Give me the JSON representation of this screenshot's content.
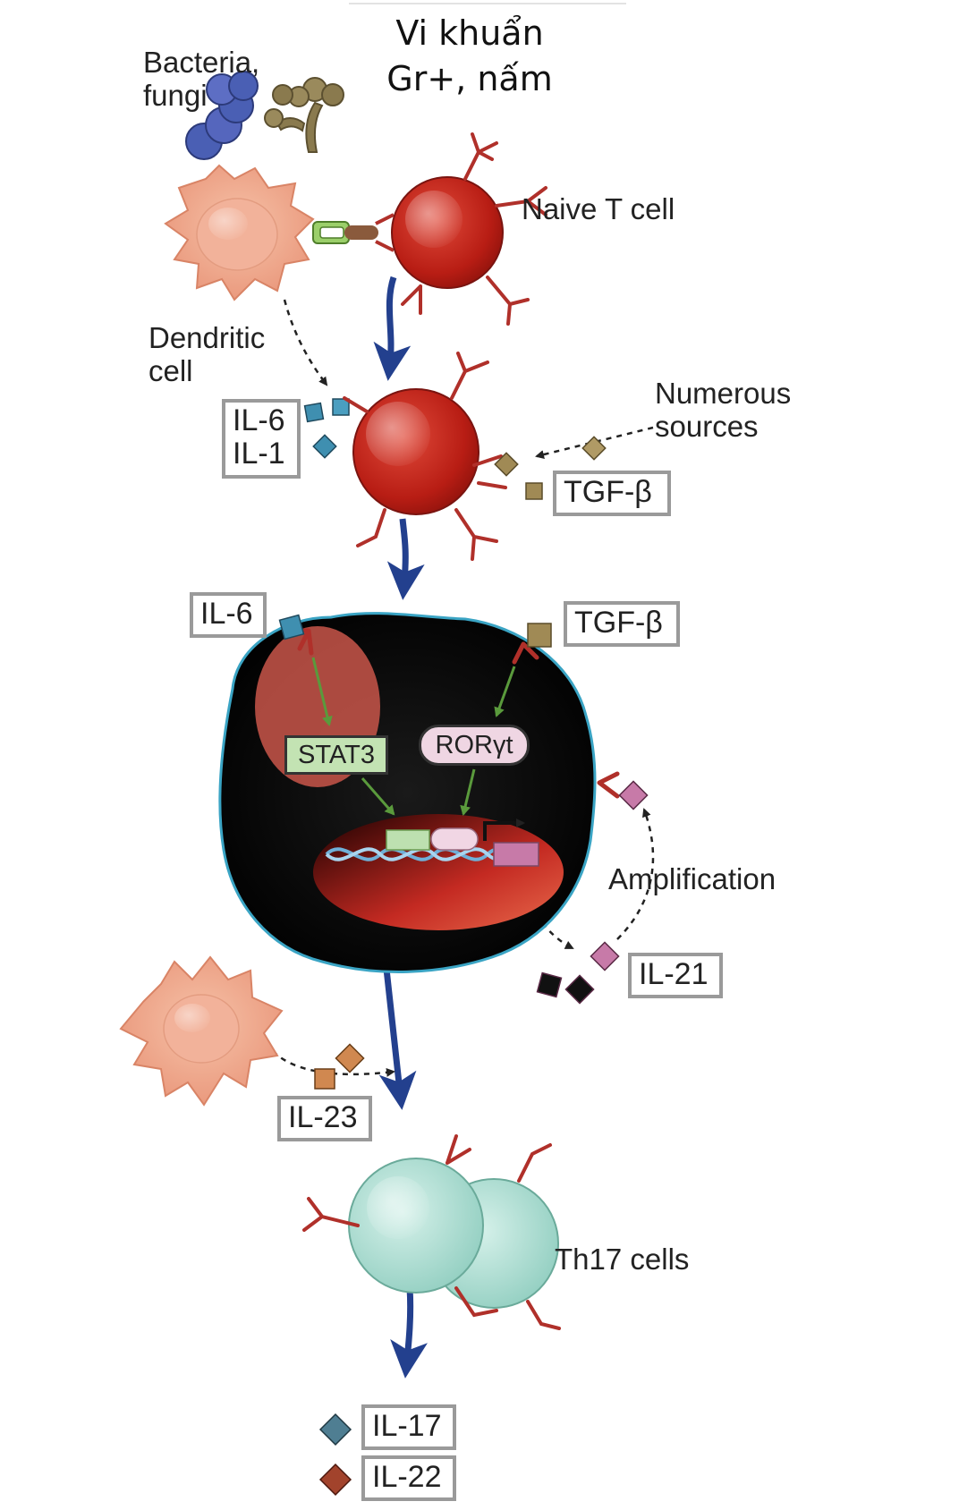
{
  "header": {
    "line1": "Vi khuẩn",
    "line2": "Gr+, nấm"
  },
  "labels": {
    "bacteria": "Bacteria,\nfungi",
    "naive_t_cell": "Naive T cell",
    "dendritic_cell": "Dendritic\ncell",
    "numerous_sources": "Numerous\nsources",
    "amplification": "Amplification",
    "th17_cells": "Th17 cells"
  },
  "cytokine_boxes": {
    "il6_il1": "IL-6\nIL-1",
    "tgfb_top": "TGF-β",
    "il6_mid": "IL-6",
    "tgfb_mid": "TGF-β",
    "il21": "IL-21",
    "il23": "IL-23",
    "il17": "IL-17",
    "il22": "IL-22"
  },
  "transcription_factors": {
    "stat3": "STAT3",
    "rorgt": "RORγt"
  },
  "colors": {
    "dendritic_cell": "#f0a888",
    "naive_t_cell": "#c0201a",
    "th17_cell": "#a9dcd2",
    "flow_arrow": "#23408e",
    "il6_square": "#3f8fb0",
    "tgfb_square": "#a08a55",
    "il21_square": "#c77aa8",
    "il23_square": "#d08850",
    "il17_diamond": "#4f7e92",
    "il22_diamond": "#a2432c",
    "bacteria": "#4a5fb4",
    "fungi": "#8a7a4e",
    "receptor": "#b0302a"
  },
  "icons": [
    "bacteria-cocci-icon",
    "fungi-icon",
    "dendritic-cell-icon",
    "t-cell-icon",
    "receptor-icon",
    "dna-icon"
  ]
}
